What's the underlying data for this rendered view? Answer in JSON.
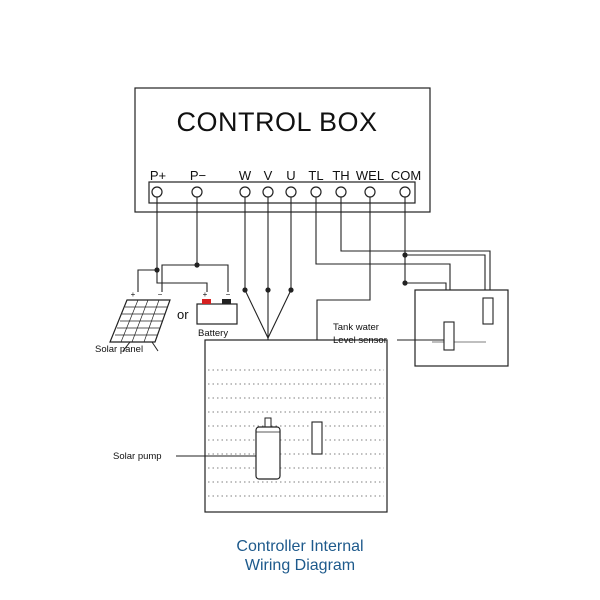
{
  "control_box": {
    "title": "CONTROL BOX",
    "terminals": {
      "p_plus": "P+",
      "p_minus": "P−",
      "w": "W",
      "v": "V",
      "u": "U",
      "tl": "TL",
      "th": "TH",
      "wel": "WEL",
      "com": "COM"
    }
  },
  "labels": {
    "or": "or",
    "solar_panel": "Solar panel",
    "battery": "Battery",
    "tank_sensor_line1": "Tank water",
    "tank_sensor_line2": "Level sensor",
    "solar_pump": "Solar pump",
    "plus": "+",
    "minus": "−"
  },
  "caption": {
    "line1": "Controller Internal",
    "line2": "Wiring Diagram"
  },
  "colors": {
    "caption": "#1e5a8c",
    "battery_terminal_red": "#d62020",
    "line": "#222222"
  }
}
